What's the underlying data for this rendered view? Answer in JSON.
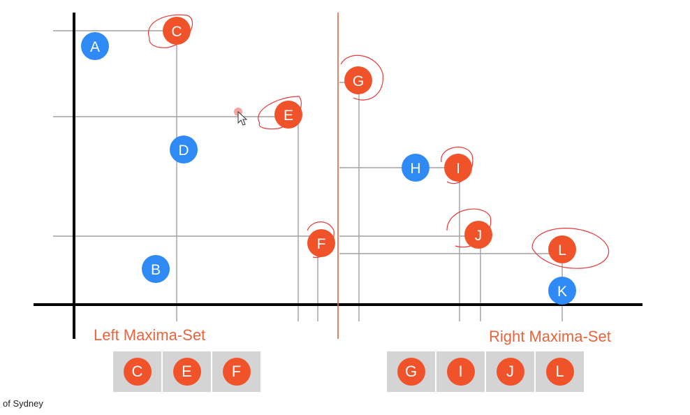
{
  "colors": {
    "maxima": "#f0532a",
    "regular": "#2f8af5",
    "grid": "#a0a0a0",
    "divider": "#e0663f",
    "axis": "#000000",
    "label": "#e8643c",
    "scribble": "#e53a3a"
  },
  "points": [
    {
      "id": "A",
      "maxima": false
    },
    {
      "id": "B",
      "maxima": false
    },
    {
      "id": "C",
      "maxima": true
    },
    {
      "id": "D",
      "maxima": false
    },
    {
      "id": "E",
      "maxima": true
    },
    {
      "id": "F",
      "maxima": true
    },
    {
      "id": "G",
      "maxima": true
    },
    {
      "id": "H",
      "maxima": false
    },
    {
      "id": "I",
      "maxima": true
    },
    {
      "id": "J",
      "maxima": true
    },
    {
      "id": "K",
      "maxima": false
    },
    {
      "id": "L",
      "maxima": true
    }
  ],
  "left_set": {
    "label": "Left Maxima-Set",
    "items": [
      "C",
      "E",
      "F"
    ]
  },
  "right_set": {
    "label": "Right Maxima-Set",
    "items": [
      "G",
      "I",
      "J",
      "L"
    ]
  },
  "footer_text": "of Sydney"
}
